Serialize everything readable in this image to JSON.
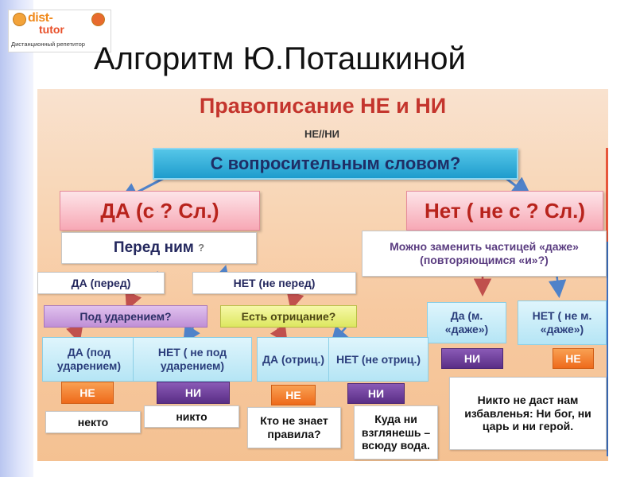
{
  "logo": {
    "brand_line1": "dist-",
    "brand_line2": "tutor",
    "caption": "Дистанционный репетитор"
  },
  "slide_title": "Алгоритм Ю.Поташкиной",
  "diagram": {
    "heading": "Правописание НЕ и НИ",
    "subheading": "НЕ//НИ",
    "question": "С вопросительным словом?",
    "yes_branch": {
      "label": "ДА (с ? Сл.)",
      "before_q": "Перед ним",
      "before_q_mark": "?",
      "before_yes": "ДА (перед)",
      "before_no": "НЕТ (не перед)",
      "stress_q": "Под ударением?",
      "negation_q": "Есть отрицание?",
      "stressed_yes": "ДА (под ударением)",
      "stressed_no": "НЕТ ( не под ударением)",
      "neg_yes": "ДА (отриц.)",
      "neg_no": "НЕТ (не отриц.)",
      "badge_ne_1": "НЕ",
      "badge_ni_1": "НИ",
      "badge_ne_2": "НЕ",
      "badge_ni_2": "НИ",
      "example_1": "некто",
      "example_2": "никто",
      "example_3": "Кто не знает правила?",
      "example_4": "Куда ни взглянешь – всюду вода."
    },
    "no_branch": {
      "label": "Нет ( не с ? Сл.)",
      "replace_q": "Можно заменить частицей «даже» (повторяющимся «и»?)",
      "yes": "Да (м. «даже»)",
      "no": "НЕТ ( не м. «даже»)",
      "badge_ni": "НИ",
      "badge_ne": "НЕ",
      "example": "Никто не даст нам избавленья: Ни бог, ни царь и ни герой."
    }
  },
  "colors": {
    "heading_red": "#c4352d",
    "question_blue": "#1e9ccd",
    "answer_pink": "#f7a8b5",
    "arrow_blue": "#4f82c9",
    "arrow_red": "#c0504d",
    "badge_orange": "#ee6a1b",
    "badge_violet": "#5a2e86"
  }
}
